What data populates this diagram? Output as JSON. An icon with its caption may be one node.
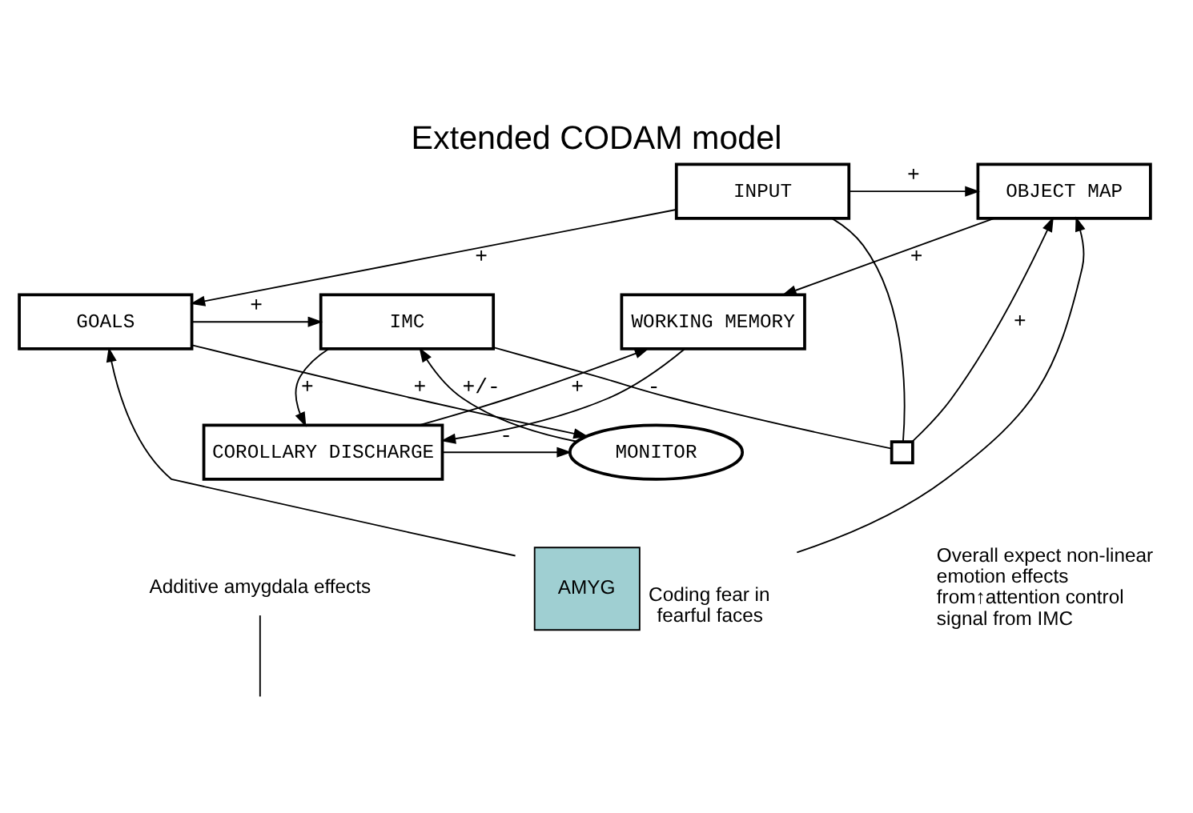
{
  "diagram": {
    "title": "Extended CODAM model",
    "nodes": [
      {
        "text": [
          "INPUT"
        ]
      },
      {
        "text": [
          "OBJECT MAP"
        ]
      },
      {
        "text": [
          "GOALS"
        ]
      },
      {
        "text": [
          "IMC"
        ]
      },
      {
        "text": [
          "WORKING MEMORY"
        ]
      },
      {
        "text": [
          "MONITOR"
        ]
      },
      {
        "text": [
          "COROLLARY DISCHARGE"
        ]
      },
      {
        "text": [
          "AMYG"
        ],
        "beside": [
          "Coding fear in fearful faces"
        ]
      },
      {
        "text": [],
        "shape": "box"
      },
      {
        "text": [
          "Additive amygdala effects"
        ]
      }
    ],
    "edges": [
      {
        "from": 0,
        "to": 1,
        "arrow": "to",
        "label": "+"
      },
      {
        "from": 0,
        "to": 8,
        "arrow": "none"
      },
      {
        "from": 3,
        "to": 8,
        "arrow": "none"
      },
      {
        "from": 8,
        "to": 1,
        "arrow": "to",
        "label": "+"
      },
      {
        "from": 0,
        "to": 2,
        "arrow": "to",
        "label": "+"
      },
      {
        "from": 2,
        "to": 3,
        "arrow": "to",
        "label": "+"
      },
      {
        "from": 1,
        "to": 4,
        "arrow": "to",
        "label": "+"
      },
      {
        "from": 3,
        "to": 6,
        "arrow": "to",
        "label": "+"
      },
      {
        "from": 4,
        "to": 6,
        "arrow": "to",
        "label": "-"
      },
      {
        "from": 2,
        "to": 5,
        "arrow": "to",
        "label": "+"
      },
      {
        "from": 5,
        "to": 3,
        "arrow": "to",
        "label": "+/-"
      },
      {
        "from": 6,
        "to": 5,
        "arrow": "to",
        "label": "-"
      },
      {
        "from": 6,
        "to": 4,
        "arrow": "to",
        "label": "+"
      },
      {
        "from": 7,
        "to": 2,
        "arrow": "to"
      },
      {
        "from": 7,
        "to": 1,
        "arrow": "to"
      },
      {
        "from": 9,
        "to": null,
        "arrow": "none"
      }
    ],
    "labels": [
      "Overall expect non-linear emotion effects from↑attention control signal from IMC"
    ]
  }
}
